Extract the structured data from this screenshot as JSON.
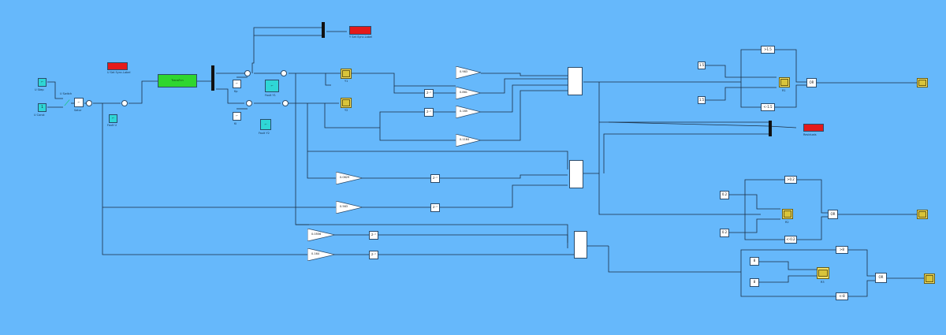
{
  "blocks": {
    "u_step": "U Step",
    "u_const": "U Const",
    "u_switch": "U Switch",
    "saturation": "Satur",
    "fault_u": "Fault U",
    "u_set_sync_label": "U Set Sync.Label",
    "transfer_fcn": "TransFcn",
    "kp_label": "Kp",
    "ki_label": "Ki",
    "fault_y1": "Fault Y1",
    "fault_y2": "Fault Y2",
    "y_set_sync_label": "Y Set Sync.Label",
    "y1": "Y1",
    "y2": "Y2",
    "residuals": "Residuals",
    "r1": "R1",
    "r2": "R2",
    "r3": "R3"
  },
  "gains": {
    "g1": "0.983",
    "g2": "0.861",
    "g3": "0.165",
    "g4": "0.1164",
    "g5": "0.0629",
    "g6": "0.563",
    "g7": "0.0556",
    "g8": "0.164"
  },
  "delays": {
    "z1": "z⁻¹"
  },
  "thresholds": {
    "t1": "1.5",
    "t2": "1.5",
    "t3": ">1.5",
    "t4": "<-1.5",
    "t5": "0.2",
    "t6": "0.2",
    "t7": ">0.2",
    "t8": "<-0.2",
    "t9": "8",
    "t10": "8",
    "t11": ">8",
    "t12": "<-8",
    "or": "OR"
  },
  "colors": {
    "background": "#66b8fb",
    "wire": "#1b2f44"
  }
}
